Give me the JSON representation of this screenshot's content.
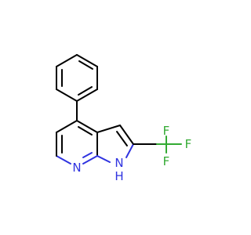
{
  "molecule": {
    "atoms": {
      "n_pyridine": "N",
      "nh_pyrrole": "H",
      "nh_pyrrole_n": "N",
      "f_top": "F",
      "f_right": "F",
      "f_bottom": "F"
    },
    "colors": {
      "bond": "#000000",
      "nitrogen": "#2f33e0",
      "fluorine": "#33aa33"
    }
  }
}
